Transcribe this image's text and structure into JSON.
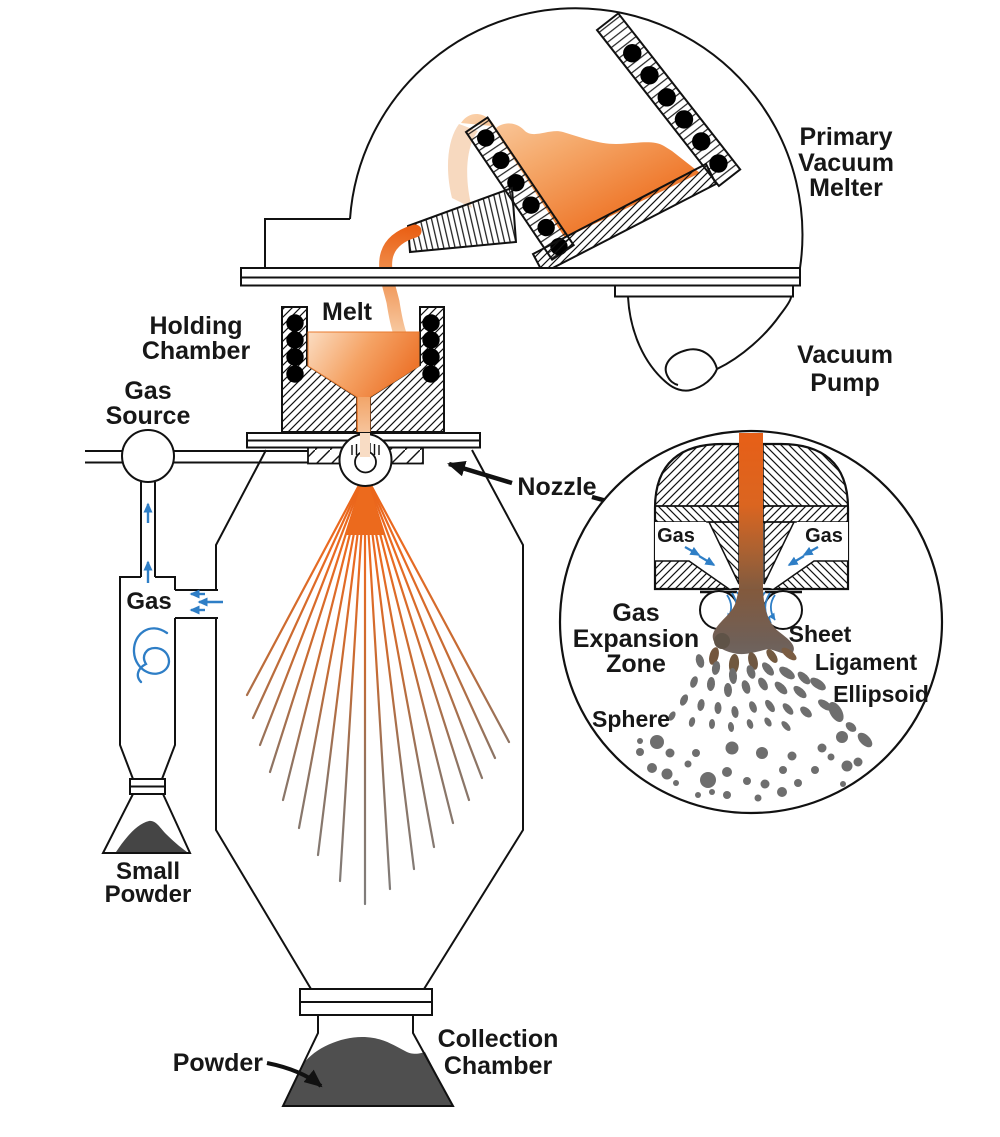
{
  "diagram": {
    "labels": {
      "primary_vacuum_melter": [
        "Primary",
        "Vacuum",
        "Melter"
      ],
      "vacuum_pump": [
        "Vacuum",
        "Pump"
      ],
      "melt": "Melt",
      "holding_chamber": [
        "Holding",
        "Chamber"
      ],
      "gas_source": [
        "Gas",
        "Source"
      ],
      "gas_recycle": "Gas",
      "small_powder": [
        "Small",
        "Powder"
      ],
      "nozzle": "Nozzle",
      "collection_chamber": [
        "Collection",
        "Chamber"
      ],
      "powder": "Powder"
    },
    "inset": {
      "gas_left": "Gas",
      "gas_right": "Gas",
      "gas_expansion_zone": [
        "Gas",
        "Expansion",
        "Zone"
      ],
      "sheet": "Sheet",
      "ligament": "Ligament",
      "ellipsoid": "Ellipsoid",
      "sphere": "Sphere"
    },
    "colors": {
      "melt_orange": "#EA6418",
      "melt_pale": "#FAD2AC",
      "gas_arrow_blue": "#2E7EC6",
      "droplet_gray": "#6E6E6E",
      "powder_dark_gray": "#4F4F4F",
      "coil_black": "#000000",
      "outline_black": "#111111",
      "background": "#FFFFFF"
    }
  }
}
